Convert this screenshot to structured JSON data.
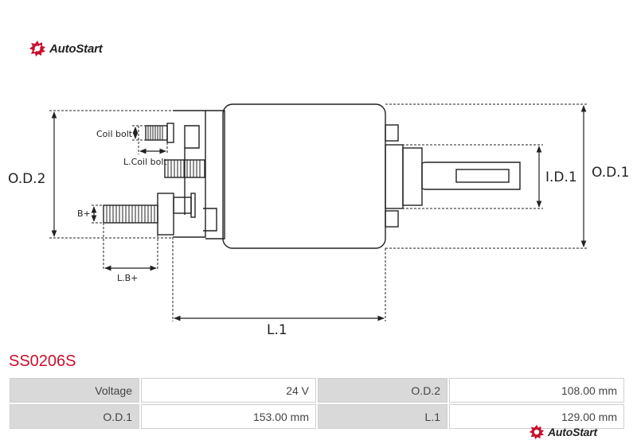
{
  "brand": {
    "name": "AutoStart",
    "accent": "#c8102e"
  },
  "diagram": {
    "labels": {
      "od2": "O.D.2",
      "od1": "O.D.1",
      "id1": "I.D.1",
      "l1": "L.1",
      "coil_bolt": "Coil bolt",
      "l_coil_bolt": "L.Coil bolt",
      "b_plus": "B+",
      "l_b_plus": "L.B+"
    }
  },
  "part": {
    "number": "SS0206S"
  },
  "specs": [
    {
      "label": "Voltage",
      "value": "24 V"
    },
    {
      "label": "O.D.2",
      "value": "108.00 mm"
    },
    {
      "label": "O.D.1",
      "value": "153.00 mm"
    },
    {
      "label": "L.1",
      "value": "129.00 mm"
    }
  ]
}
